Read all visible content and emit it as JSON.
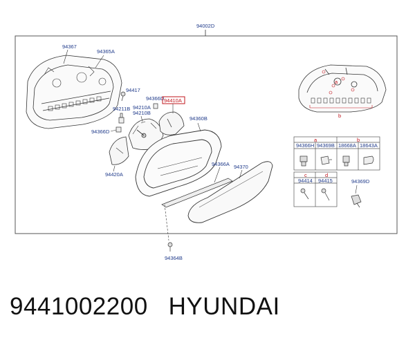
{
  "diagram": {
    "assembly_label": "94002D",
    "callouts": {
      "p94367": "94367",
      "p94365A": "94365A",
      "p94417": "94417",
      "p94366D_top": "94366D",
      "p94410A": "94410A",
      "p94211B": "94211B",
      "p94210A": "94210A",
      "p94210B": "94210B",
      "p94360B": "94360B",
      "p94366D_left": "94366D",
      "p94420A": "94420A",
      "p94366A": "94366A",
      "p94370": "94370",
      "p94364B": "94364B",
      "p94369D": "94369D"
    },
    "detail_letters": {
      "a": "a",
      "b": "b"
    },
    "kit_table": {
      "row1_letters": [
        "a",
        "b"
      ],
      "row1_parts": [
        "94366H",
        "94369B",
        "18668A",
        "18643A"
      ],
      "row2_letters": [
        "c",
        "d"
      ],
      "row2_parts": [
        "94414",
        "94415"
      ]
    },
    "colors": {
      "callout_text": "#1f3a8a",
      "highlight": "#c0141b",
      "line": "#333333",
      "frame": "#555555"
    }
  },
  "caption": {
    "part_number": "9441002200",
    "brand": "HYUNDAI"
  }
}
